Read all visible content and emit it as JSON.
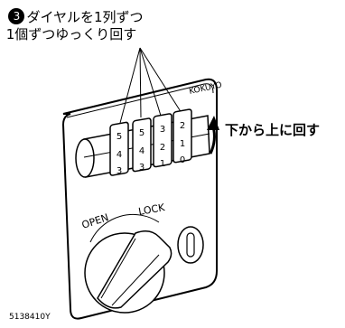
{
  "instruction": {
    "step_number": "❸",
    "line1": "ダイヤルを1列ずつ",
    "line2": "1個ずつゆっくり回す"
  },
  "direction_label": "下から上に回す",
  "brand": "KOKUYO",
  "lock_labels": {
    "open": "OPEN",
    "lock": "LOCK"
  },
  "dials": [
    {
      "top": "5",
      "mid": "4",
      "bottom": "3"
    },
    {
      "top": "5",
      "mid": "4",
      "bottom": "3"
    },
    {
      "top": "3",
      "mid": "2",
      "bottom": "1"
    },
    {
      "top": "2",
      "mid": "1",
      "bottom": "0"
    }
  ],
  "part_number": "5138410Y"
}
